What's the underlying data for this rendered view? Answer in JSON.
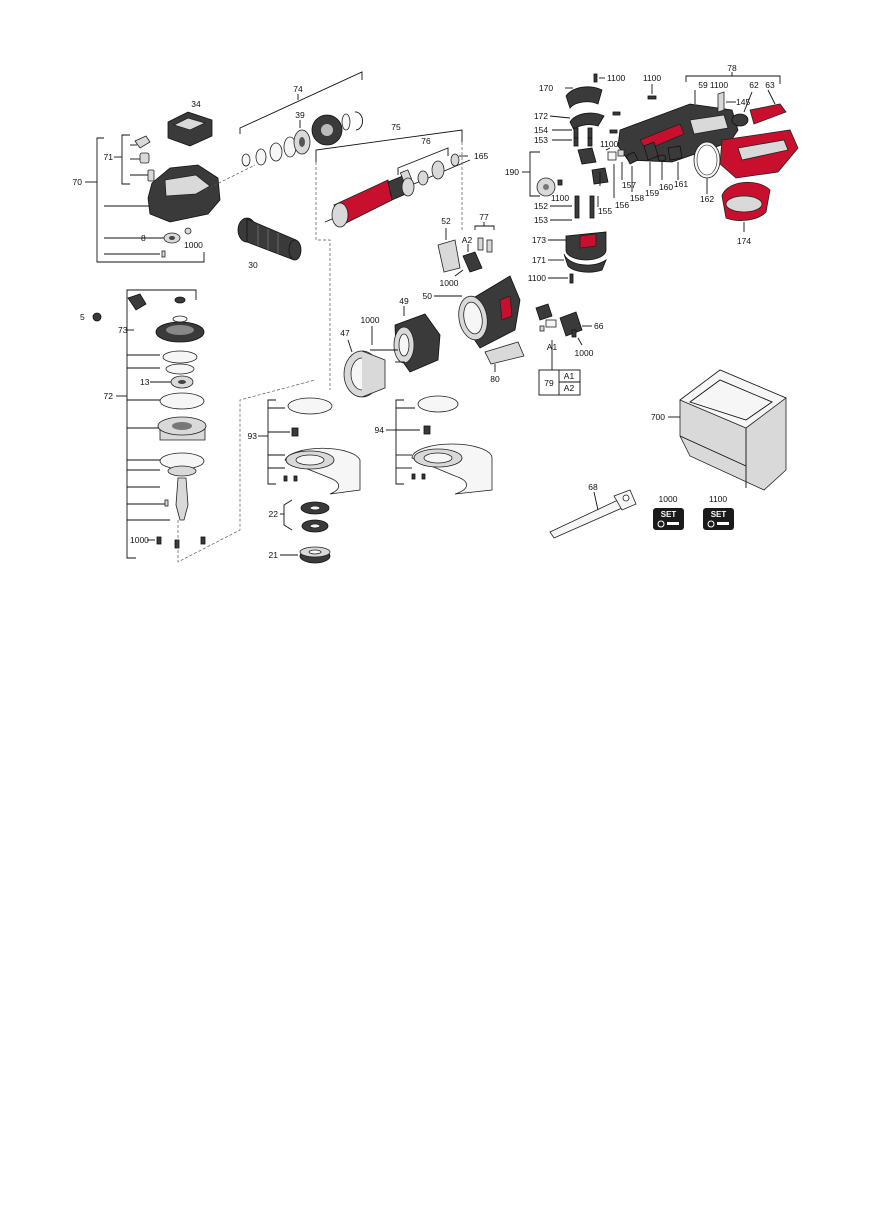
{
  "labels": {
    "l34": "34",
    "l74": "74",
    "l39": "39",
    "l75": "75",
    "l76": "76",
    "l165": "165",
    "l71": "71",
    "l70": "70",
    "l8": "8",
    "l1000a": "1000",
    "l30": "30",
    "l5": "5",
    "l73": "73",
    "l72": "72",
    "l13": "13",
    "l1000b": "1000",
    "l52": "52",
    "l77": "77",
    "lA2a": "A2",
    "l1000c": "1000",
    "l50": "50",
    "l49": "49",
    "l1000d": "1000",
    "l47": "47",
    "l80": "80",
    "l66": "66",
    "lA1": "A1",
    "l1000e": "1000",
    "l93": "93",
    "l94": "94",
    "l22": "22",
    "l21": "21",
    "l170": "170",
    "l1100a": "1100",
    "l1100b": "1100",
    "l78": "78",
    "l59": "59",
    "l1100c": "1100",
    "l62": "62",
    "l63": "63",
    "l145": "145",
    "l172": "172",
    "l154": "154",
    "l153a": "153",
    "l1100d": "1100",
    "l190": "190",
    "l1100e": "1100",
    "l152": "152",
    "l153b": "153",
    "l155": "155",
    "l156": "156",
    "l157": "157",
    "l158": "158",
    "l159": "159",
    "l160": "160",
    "l161": "161",
    "l162": "162",
    "l173": "173",
    "l171": "171",
    "l1100f": "1100",
    "l174": "174",
    "l700": "700",
    "l68": "68",
    "l1000set": "1000",
    "l1100set": "1100"
  },
  "kit_box": {
    "main": "79",
    "top": "A1",
    "bottom": "A2"
  },
  "set_icon_text": "SET"
}
